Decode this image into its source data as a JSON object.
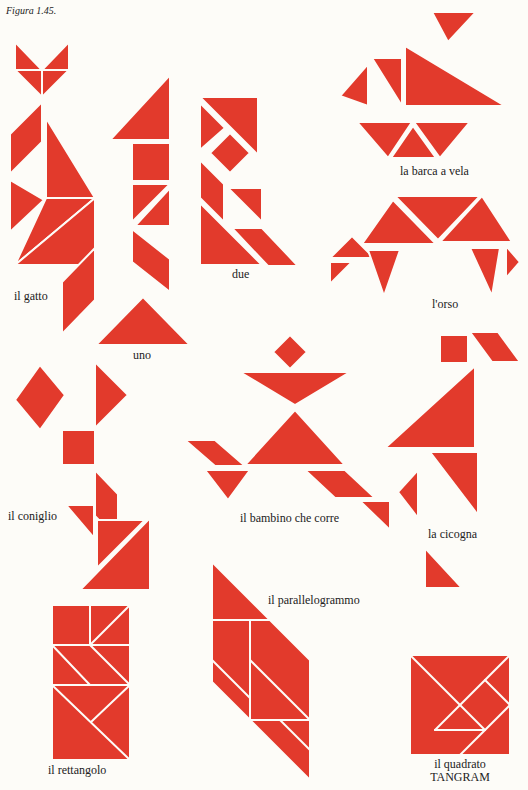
{
  "diagram": {
    "title": "Figura 1.45.",
    "labels": [
      "il gatto",
      "uno",
      "due",
      "la barca a vela",
      "l'orso",
      "il coniglio",
      "il bambino che corre",
      "la cicogna",
      "il parallelogrammo",
      "il rettangolo",
      "il quadrato TANGRAM"
    ]
  }
}
